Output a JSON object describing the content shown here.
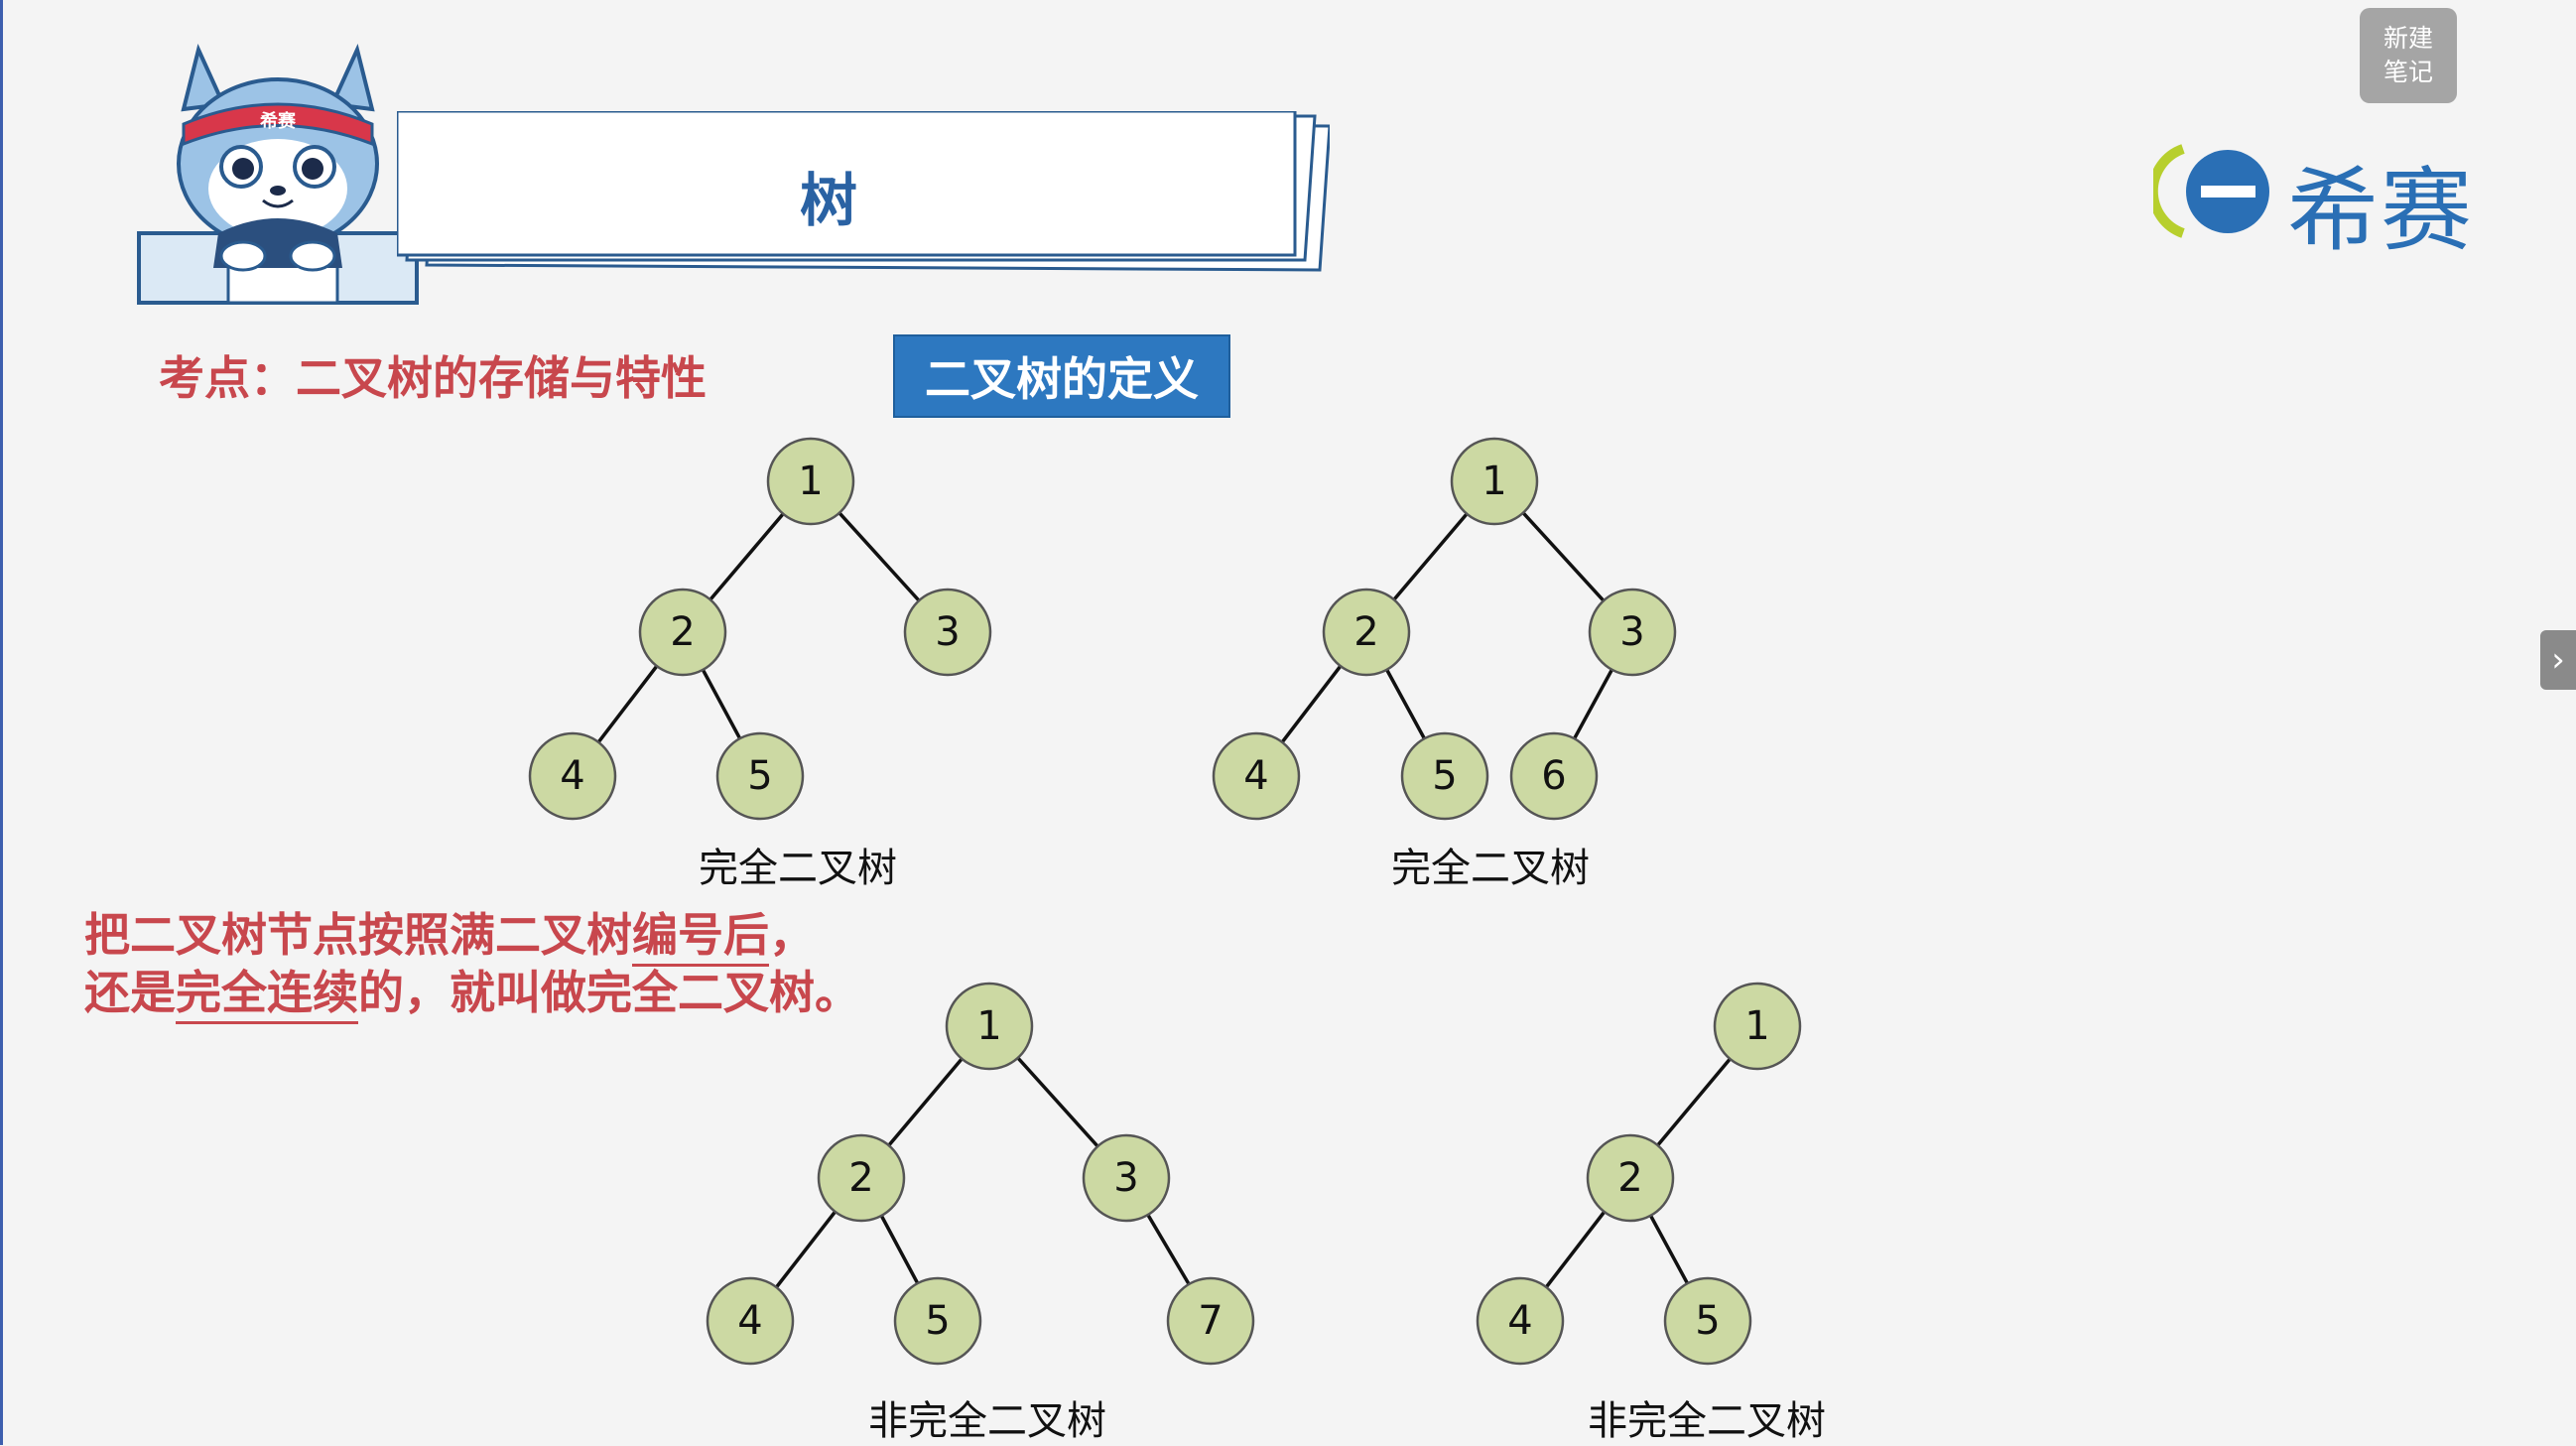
{
  "header": {
    "title": "树",
    "note_button": [
      "新建",
      "笔记"
    ],
    "side_tab_icon": "chevron-right-icon"
  },
  "logo": {
    "text": "希赛",
    "mascot_headband": "希赛"
  },
  "topic": "考点：二叉树的存储与特性",
  "definition_label": "二叉树的定义",
  "note": {
    "line1_a": "把二叉树节点按照满二叉树",
    "line1_u": "编号后",
    "line1_b": "，",
    "line2_a": "还是",
    "line2_u": "完全连续",
    "line2_b": "的，就叫做完全二叉树。"
  },
  "trees": [
    {
      "caption": "完全二叉树",
      "nodes": [
        "1",
        "2",
        "3",
        "4",
        "5"
      ]
    },
    {
      "caption": "完全二叉树",
      "nodes": [
        "1",
        "2",
        "3",
        "4",
        "5",
        "6"
      ]
    },
    {
      "caption": "非完全二叉树",
      "nodes": [
        "1",
        "2",
        "3",
        "4",
        "5",
        "7"
      ]
    },
    {
      "caption": "非完全二叉树",
      "nodes": [
        "1",
        "2",
        "4",
        "5"
      ]
    }
  ]
}
